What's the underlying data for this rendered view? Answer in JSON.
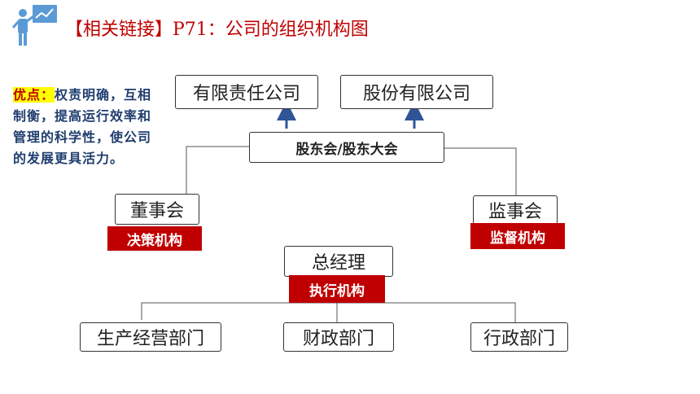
{
  "title": "【相关链接】P71：公司的组织机构图",
  "note": {
    "highlight": "优点：",
    "text": "权责明确，互相制衡，提高运行效率和管理的科学性，使公司的发展更具活力。"
  },
  "nodes": {
    "llc": "有限责任公司",
    "jsc": "股份有限公司",
    "shareholders": "股东会/股东大会",
    "board": "董事会",
    "board_tag": "决策机构",
    "supervisory": "监事会",
    "supervisory_tag": "监督机构",
    "gm": "总经理",
    "gm_tag": "执行机构",
    "dept_ops": "生产经营部门",
    "dept_finance": "财政部门",
    "dept_admin": "行政部门"
  },
  "colors": {
    "accent": "#c00000",
    "arrow": "#2f5597",
    "note_text": "#1f3d6e",
    "highlight": "#ffff00"
  }
}
